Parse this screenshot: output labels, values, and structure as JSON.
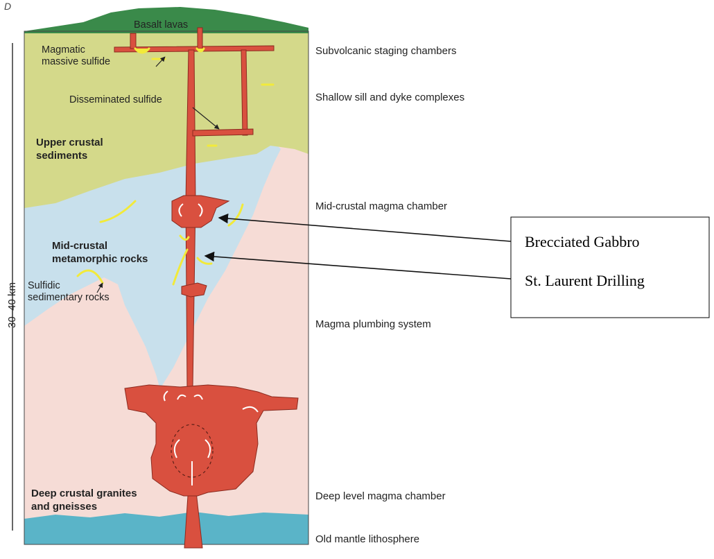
{
  "diagram": {
    "corner_mark": "D",
    "scale_label": "30–40 km",
    "layer_labels": {
      "basalt": "Basalt lavas",
      "upper_line1": "Upper crustal",
      "upper_line2": "sediments",
      "mid_line1": "Mid-crustal",
      "mid_line2": "metamorphic rocks",
      "deep_line1": "Deep crustal granites",
      "deep_line2": "and gneisses"
    },
    "feature_labels": {
      "magmatic_line1": "Magmatic",
      "magmatic_line2": "massive sulfide",
      "disseminated": "Disseminated sulfide",
      "sulfidic_line1": "Sulfidic",
      "sulfidic_line2": "sedimentary rocks"
    },
    "right_labels": [
      "Subvolcanic staging chambers",
      "Shallow sill and dyke complexes",
      "Mid-crustal magma chamber",
      "Magma plumbing system",
      "Deep level magma chamber",
      "Old mantle lithosphere"
    ],
    "callout": {
      "line1": "Brecciated Gabbro",
      "line2": "St. Laurent Drilling"
    },
    "colors": {
      "basalt": "#3a8a4a",
      "upper_crust": "#d4d98a",
      "mid_crust": "#c8e0ec",
      "granite": "#f6dcd6",
      "mantle": "#5ab4c8",
      "magma": "#d9503f",
      "sulfide": "#f2ea3a"
    }
  }
}
